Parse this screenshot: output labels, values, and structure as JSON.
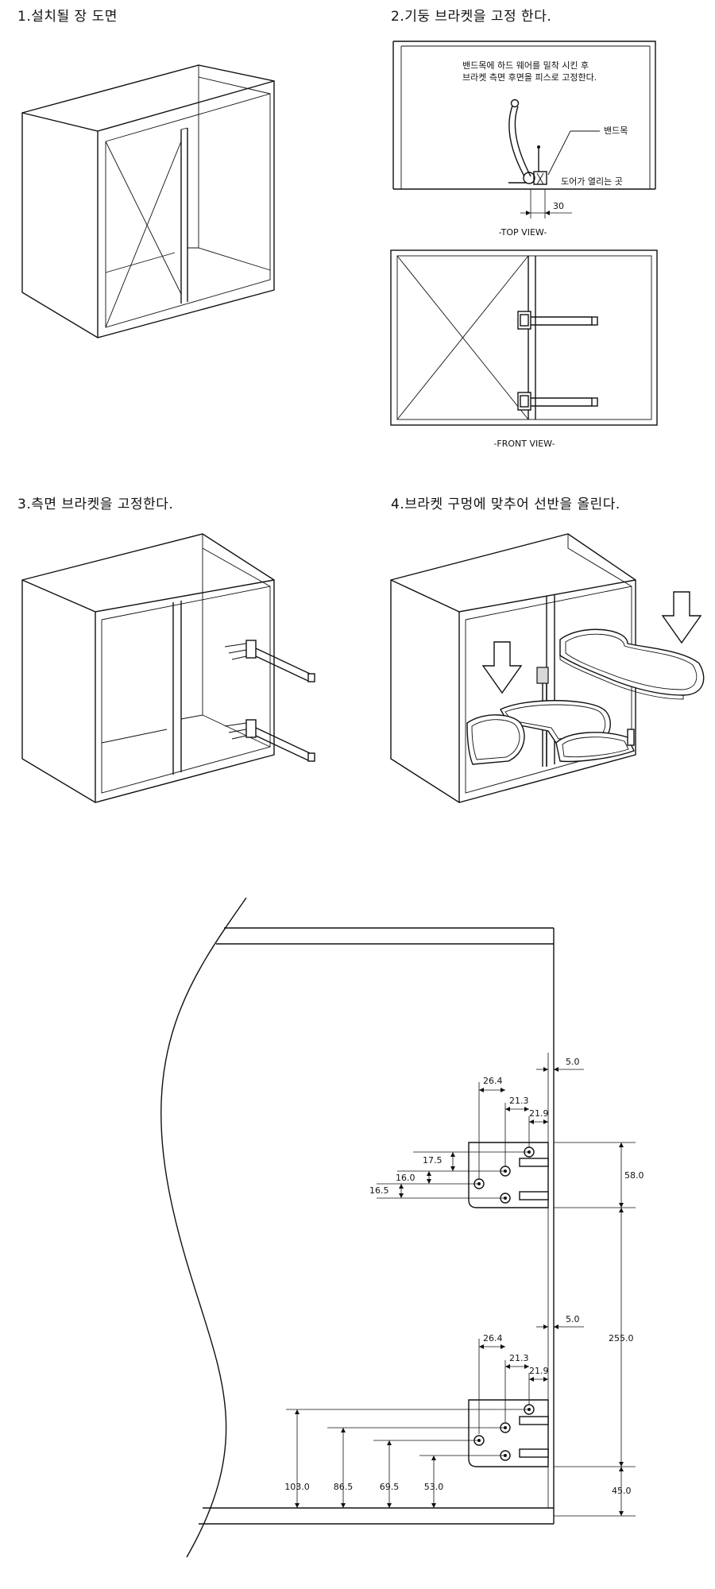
{
  "steps": [
    {
      "title": "1.설치될 장 도면"
    },
    {
      "title": "2.기둥 브라켓을 고정 한다."
    },
    {
      "title": "3.측면 브라켓을 고정한다."
    },
    {
      "title": "4.브라켓 구멍에 맞추어 선반을 올린다."
    }
  ],
  "step2": {
    "note_line1": "밴드목에 하드 웨어를 밀착 시킨 후",
    "note_line2": "브라켓 측면 후면을 피스로 고정한다.",
    "label_band": "밴드목",
    "label_door": "도어가 열리는 곳",
    "dim_30": "30",
    "top_view": "-TOP VIEW-",
    "front_view": "-FRONT VIEW-"
  },
  "detail": {
    "upper": {
      "d5": "5.0",
      "d264": "26.4",
      "d213": "21.3",
      "d219": "21.9",
      "d175": "17.5",
      "d160": "16.0",
      "d165": "16.5",
      "d580": "58.0"
    },
    "lower": {
      "d5": "5.0",
      "d264": "26.4",
      "d213": "21.3",
      "d219": "21.9"
    },
    "d2550": "255.0",
    "d450": "45.0",
    "bottom": [
      "103.0",
      "86.5",
      "69.5",
      "53.0"
    ]
  }
}
